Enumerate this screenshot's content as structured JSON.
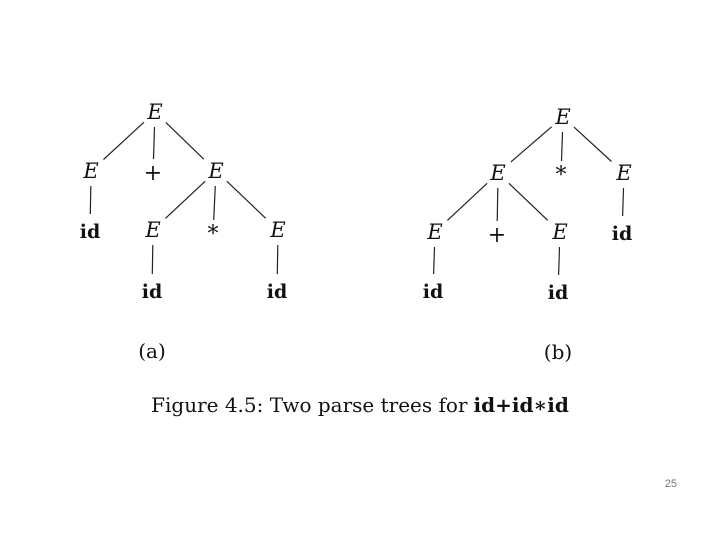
{
  "figure": {
    "tree_a": {
      "label": "(a)",
      "nodes": [
        {
          "id": "a_root",
          "text": "E",
          "kind": "nonterminal"
        },
        {
          "id": "a_l",
          "text": "E",
          "kind": "nonterminal"
        },
        {
          "id": "a_plus",
          "text": "+",
          "kind": "operator"
        },
        {
          "id": "a_r",
          "text": "E",
          "kind": "nonterminal"
        },
        {
          "id": "a_l_id",
          "text": "id",
          "kind": "terminal"
        },
        {
          "id": "a_rl",
          "text": "E",
          "kind": "nonterminal"
        },
        {
          "id": "a_star",
          "text": "*",
          "kind": "operator"
        },
        {
          "id": "a_rr",
          "text": "E",
          "kind": "nonterminal"
        },
        {
          "id": "a_rl_id",
          "text": "id",
          "kind": "terminal"
        },
        {
          "id": "a_rr_id",
          "text": "id",
          "kind": "terminal"
        }
      ],
      "edges": [
        [
          "a_root",
          "a_l"
        ],
        [
          "a_root",
          "a_plus"
        ],
        [
          "a_root",
          "a_r"
        ],
        [
          "a_l",
          "a_l_id"
        ],
        [
          "a_r",
          "a_rl"
        ],
        [
          "a_r",
          "a_star"
        ],
        [
          "a_r",
          "a_rr"
        ],
        [
          "a_rl",
          "a_rl_id"
        ],
        [
          "a_rr",
          "a_rr_id"
        ]
      ]
    },
    "tree_b": {
      "label": "(b)",
      "nodes": [
        {
          "id": "b_root",
          "text": "E",
          "kind": "nonterminal"
        },
        {
          "id": "b_l",
          "text": "E",
          "kind": "nonterminal"
        },
        {
          "id": "b_star",
          "text": "*",
          "kind": "operator"
        },
        {
          "id": "b_r",
          "text": "E",
          "kind": "nonterminal"
        },
        {
          "id": "b_r_id",
          "text": "id",
          "kind": "terminal"
        },
        {
          "id": "b_ll",
          "text": "E",
          "kind": "nonterminal"
        },
        {
          "id": "b_plus",
          "text": "+",
          "kind": "operator"
        },
        {
          "id": "b_lr",
          "text": "E",
          "kind": "nonterminal"
        },
        {
          "id": "b_ll_id",
          "text": "id",
          "kind": "terminal"
        },
        {
          "id": "b_lr_id",
          "text": "id",
          "kind": "terminal"
        }
      ],
      "edges": [
        [
          "b_root",
          "b_l"
        ],
        [
          "b_root",
          "b_star"
        ],
        [
          "b_root",
          "b_r"
        ],
        [
          "b_r",
          "b_r_id"
        ],
        [
          "b_l",
          "b_ll"
        ],
        [
          "b_l",
          "b_plus"
        ],
        [
          "b_l",
          "b_lr"
        ],
        [
          "b_ll",
          "b_ll_id"
        ],
        [
          "b_lr",
          "b_lr_id"
        ]
      ]
    },
    "caption": {
      "text": "Figure 4.5:  Two parse trees for",
      "expression": "id+id∗id"
    }
  },
  "page_number": "25"
}
